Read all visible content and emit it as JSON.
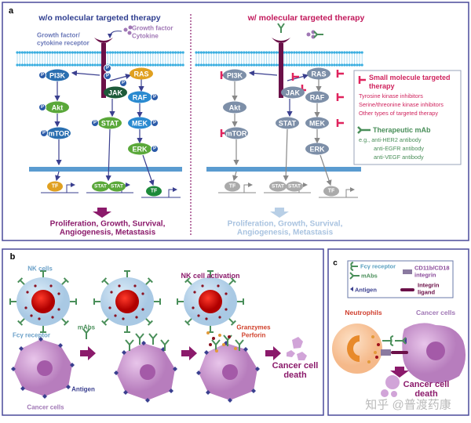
{
  "panel_a": {
    "label": "a",
    "left_title": "w/o molecular targeted therapy",
    "right_title": "w/ molecular targeted therapy",
    "receptor_label_1": "Growth factor/",
    "receptor_label_2": "cytokine receptor",
    "ligand_label_1": "Growth factor",
    "ligand_label_2": "Cytokine",
    "nodes": {
      "pi3k": "PI3K",
      "akt": "Akt",
      "mtor": "mTOR",
      "jak": "JAK",
      "stat": "STAT",
      "ras": "RAS",
      "raf": "RAF",
      "mek": "MEK",
      "erk": "ERK",
      "tf": "TF",
      "stat_dimer": "STAT"
    },
    "phospho": "P",
    "outcome_1": "Proliferation, Growth, Survival,",
    "outcome_2": "Angiogenesis, Metastasis",
    "legend": {
      "small_molecule_title": "Small molecule targeted therapy",
      "small_molecule_items": [
        "Tyrosine kinase inhibitors",
        "Serine/threonine kinase inhibitors",
        "Other types of targeted therapy"
      ],
      "mab_title": "Therapeutic mAb",
      "mab_items": [
        "e.g., anti-HER2 antibody",
        "anti-EGFR antibody",
        "anti-VEGF antibody"
      ]
    }
  },
  "panel_b": {
    "label": "b",
    "nk_cells": "NK cells",
    "fc_receptor": "Fcγ receptor",
    "mabs": "mAbs",
    "nk_activation": "NK cell activation",
    "granzymes": "Granzymes",
    "perforin": "Perforin",
    "antigen": "Antigen",
    "cancer_cells": "Cancer cells",
    "death_1": "Cancer cell",
    "death_2": "death"
  },
  "panel_c": {
    "label": "c",
    "legend": {
      "fc_receptor": "Fcγ receptor",
      "mabs": "mAbs",
      "antigen": "Antigen",
      "integrin_1": "CD11b/CD18",
      "integrin_2": "integrin",
      "ligand_1": "Integrin",
      "ligand_2": "ligand"
    },
    "neutrophils": "Neutrophils",
    "cancer_cells": "Cancer cells",
    "death_1": "Cancer cell",
    "death_2": "death"
  },
  "watermark": "知乎 @普渡药康",
  "colors": {
    "frame": "#4a4a9a",
    "title_left": "#2e3d8f",
    "title_right": "#c2185b",
    "outcome": "#8b1a6b",
    "inhibitor": "#e0245e",
    "mab": "#4a8f5a",
    "membrane": "#3aaee0",
    "grey_node": "#7d8fa8"
  }
}
